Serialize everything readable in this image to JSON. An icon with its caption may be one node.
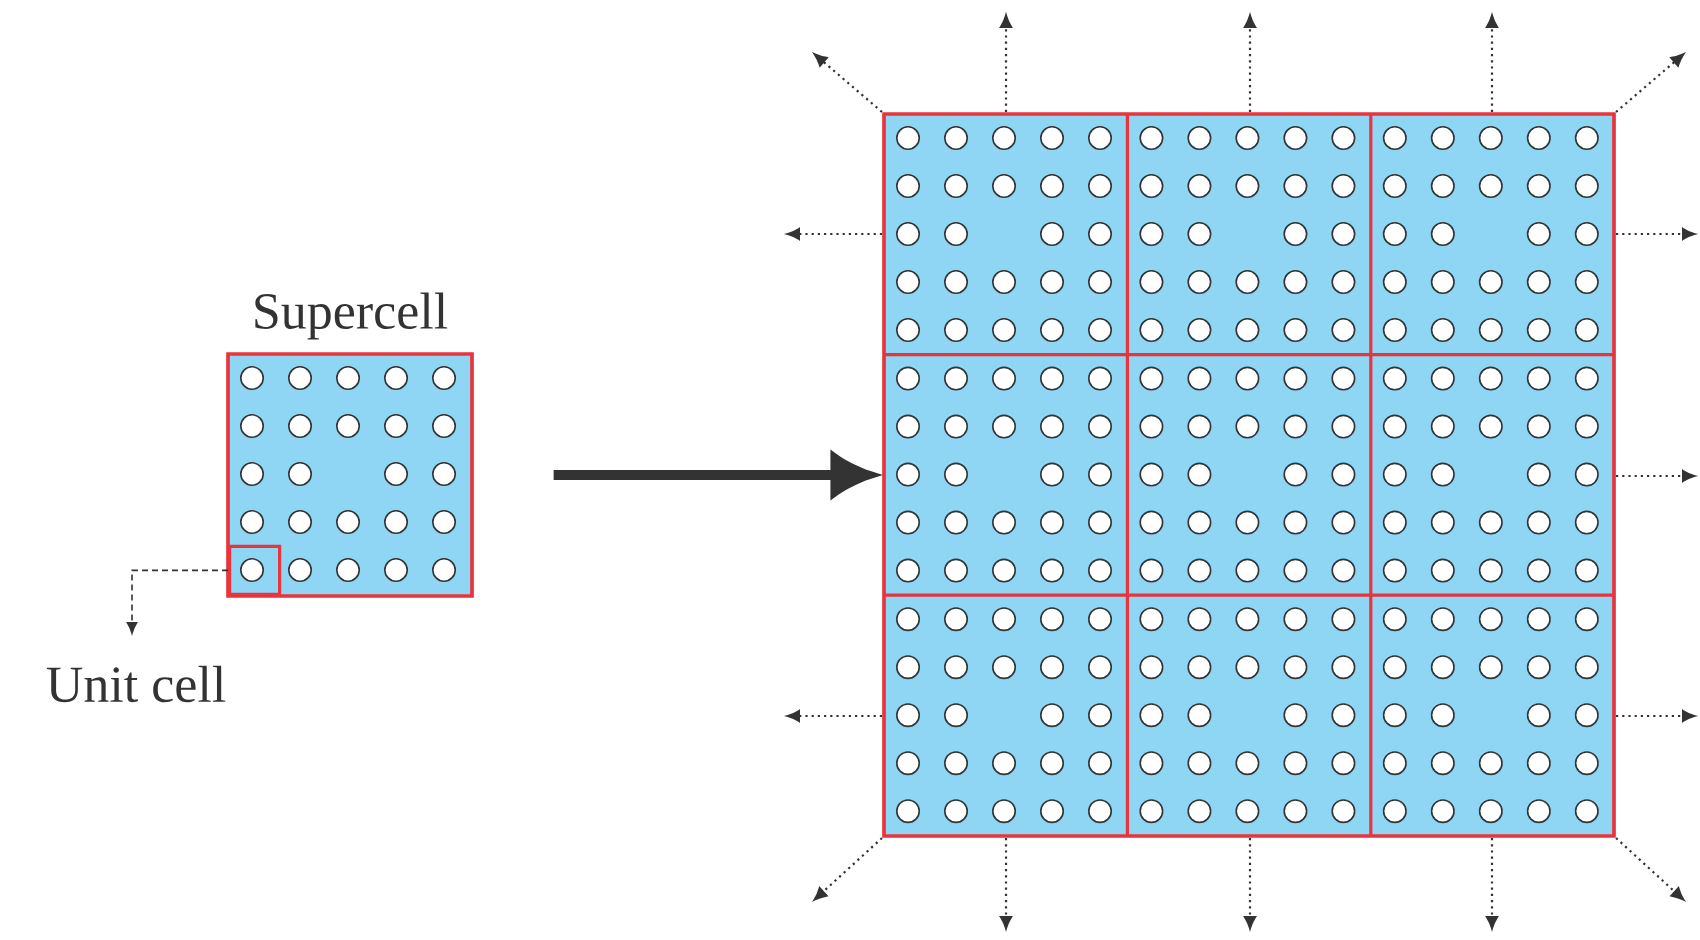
{
  "diagram": {
    "nodes": [
      {
        "text": [
          "Supercell"
        ]
      },
      {
        "text": [],
        "shape": "box",
        "in": 0
      },
      {
        "text": [
          "Unit cell"
        ]
      },
      {
        "text": [],
        "shape": "box"
      }
    ],
    "edges": [
      {
        "from": 1,
        "to": 2,
        "arrow": "to",
        "style": "dashed"
      },
      {
        "from": 0,
        "to": 3,
        "arrow": "to",
        "style": "thick"
      }
    ]
  }
}
